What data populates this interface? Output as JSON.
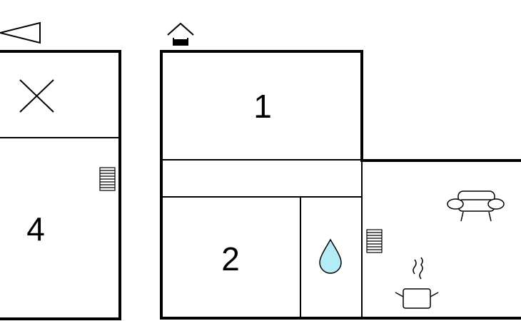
{
  "floor_plan": {
    "rooms": [
      {
        "id": "room-1",
        "label": "1"
      },
      {
        "id": "room-2",
        "label": "2"
      },
      {
        "id": "room-4",
        "label": "4"
      }
    ],
    "icons": [
      "north-arrow-icon",
      "entrance-icon",
      "cross-icon",
      "radiator-icon",
      "water-drop-icon",
      "sofa-icon",
      "cooking-pot-icon"
    ],
    "colors": {
      "walls": "#000000",
      "background": "#ffffff",
      "water_drop_fill": "#b3ecf5"
    }
  }
}
